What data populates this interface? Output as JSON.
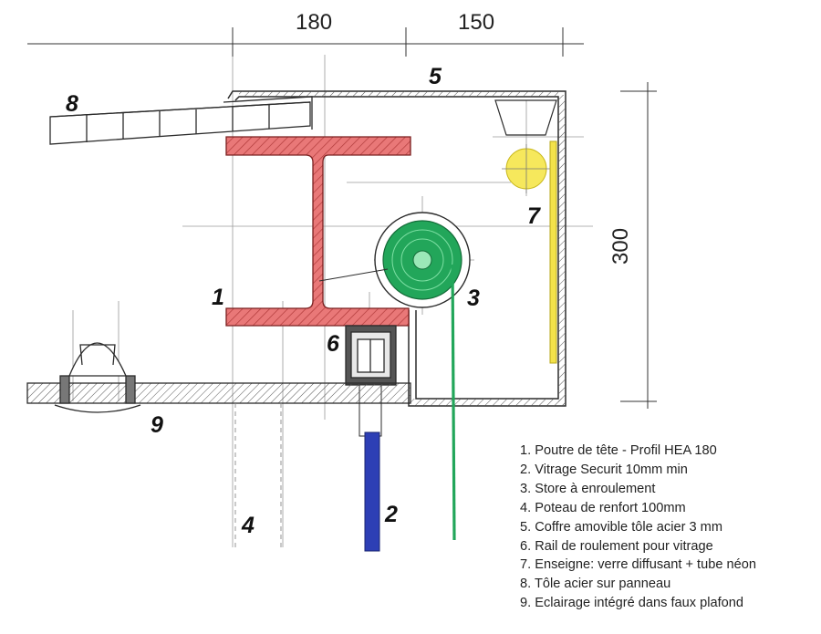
{
  "dimensions": {
    "top_left": "180",
    "top_right": "150",
    "height": "300"
  },
  "labels": [
    "1",
    "2",
    "3",
    "4",
    "5",
    "6",
    "7",
    "8",
    "9"
  ],
  "legend": [
    "1. Poutre de tête - Profil HEA 180",
    "2. Vitrage Securit 10mm min",
    "3. Store à enroulement",
    "4. Poteau de renfort  100mm",
    "5. Coffre amovible tôle acier 3 mm",
    "6. Rail de roulement pour vitrage",
    "7. Enseigne: verre diffusant + tube néon",
    "8. Tôle acier sur panneau",
    "9. Eclairage intégré dans faux plafond"
  ],
  "colors": {
    "beam": "#e06a6a",
    "blind": "#22a65a",
    "glass": "#2d3fb5",
    "sign": "#f3e24a",
    "neon": "#f6e85c",
    "ink": "#2b2b2b"
  }
}
